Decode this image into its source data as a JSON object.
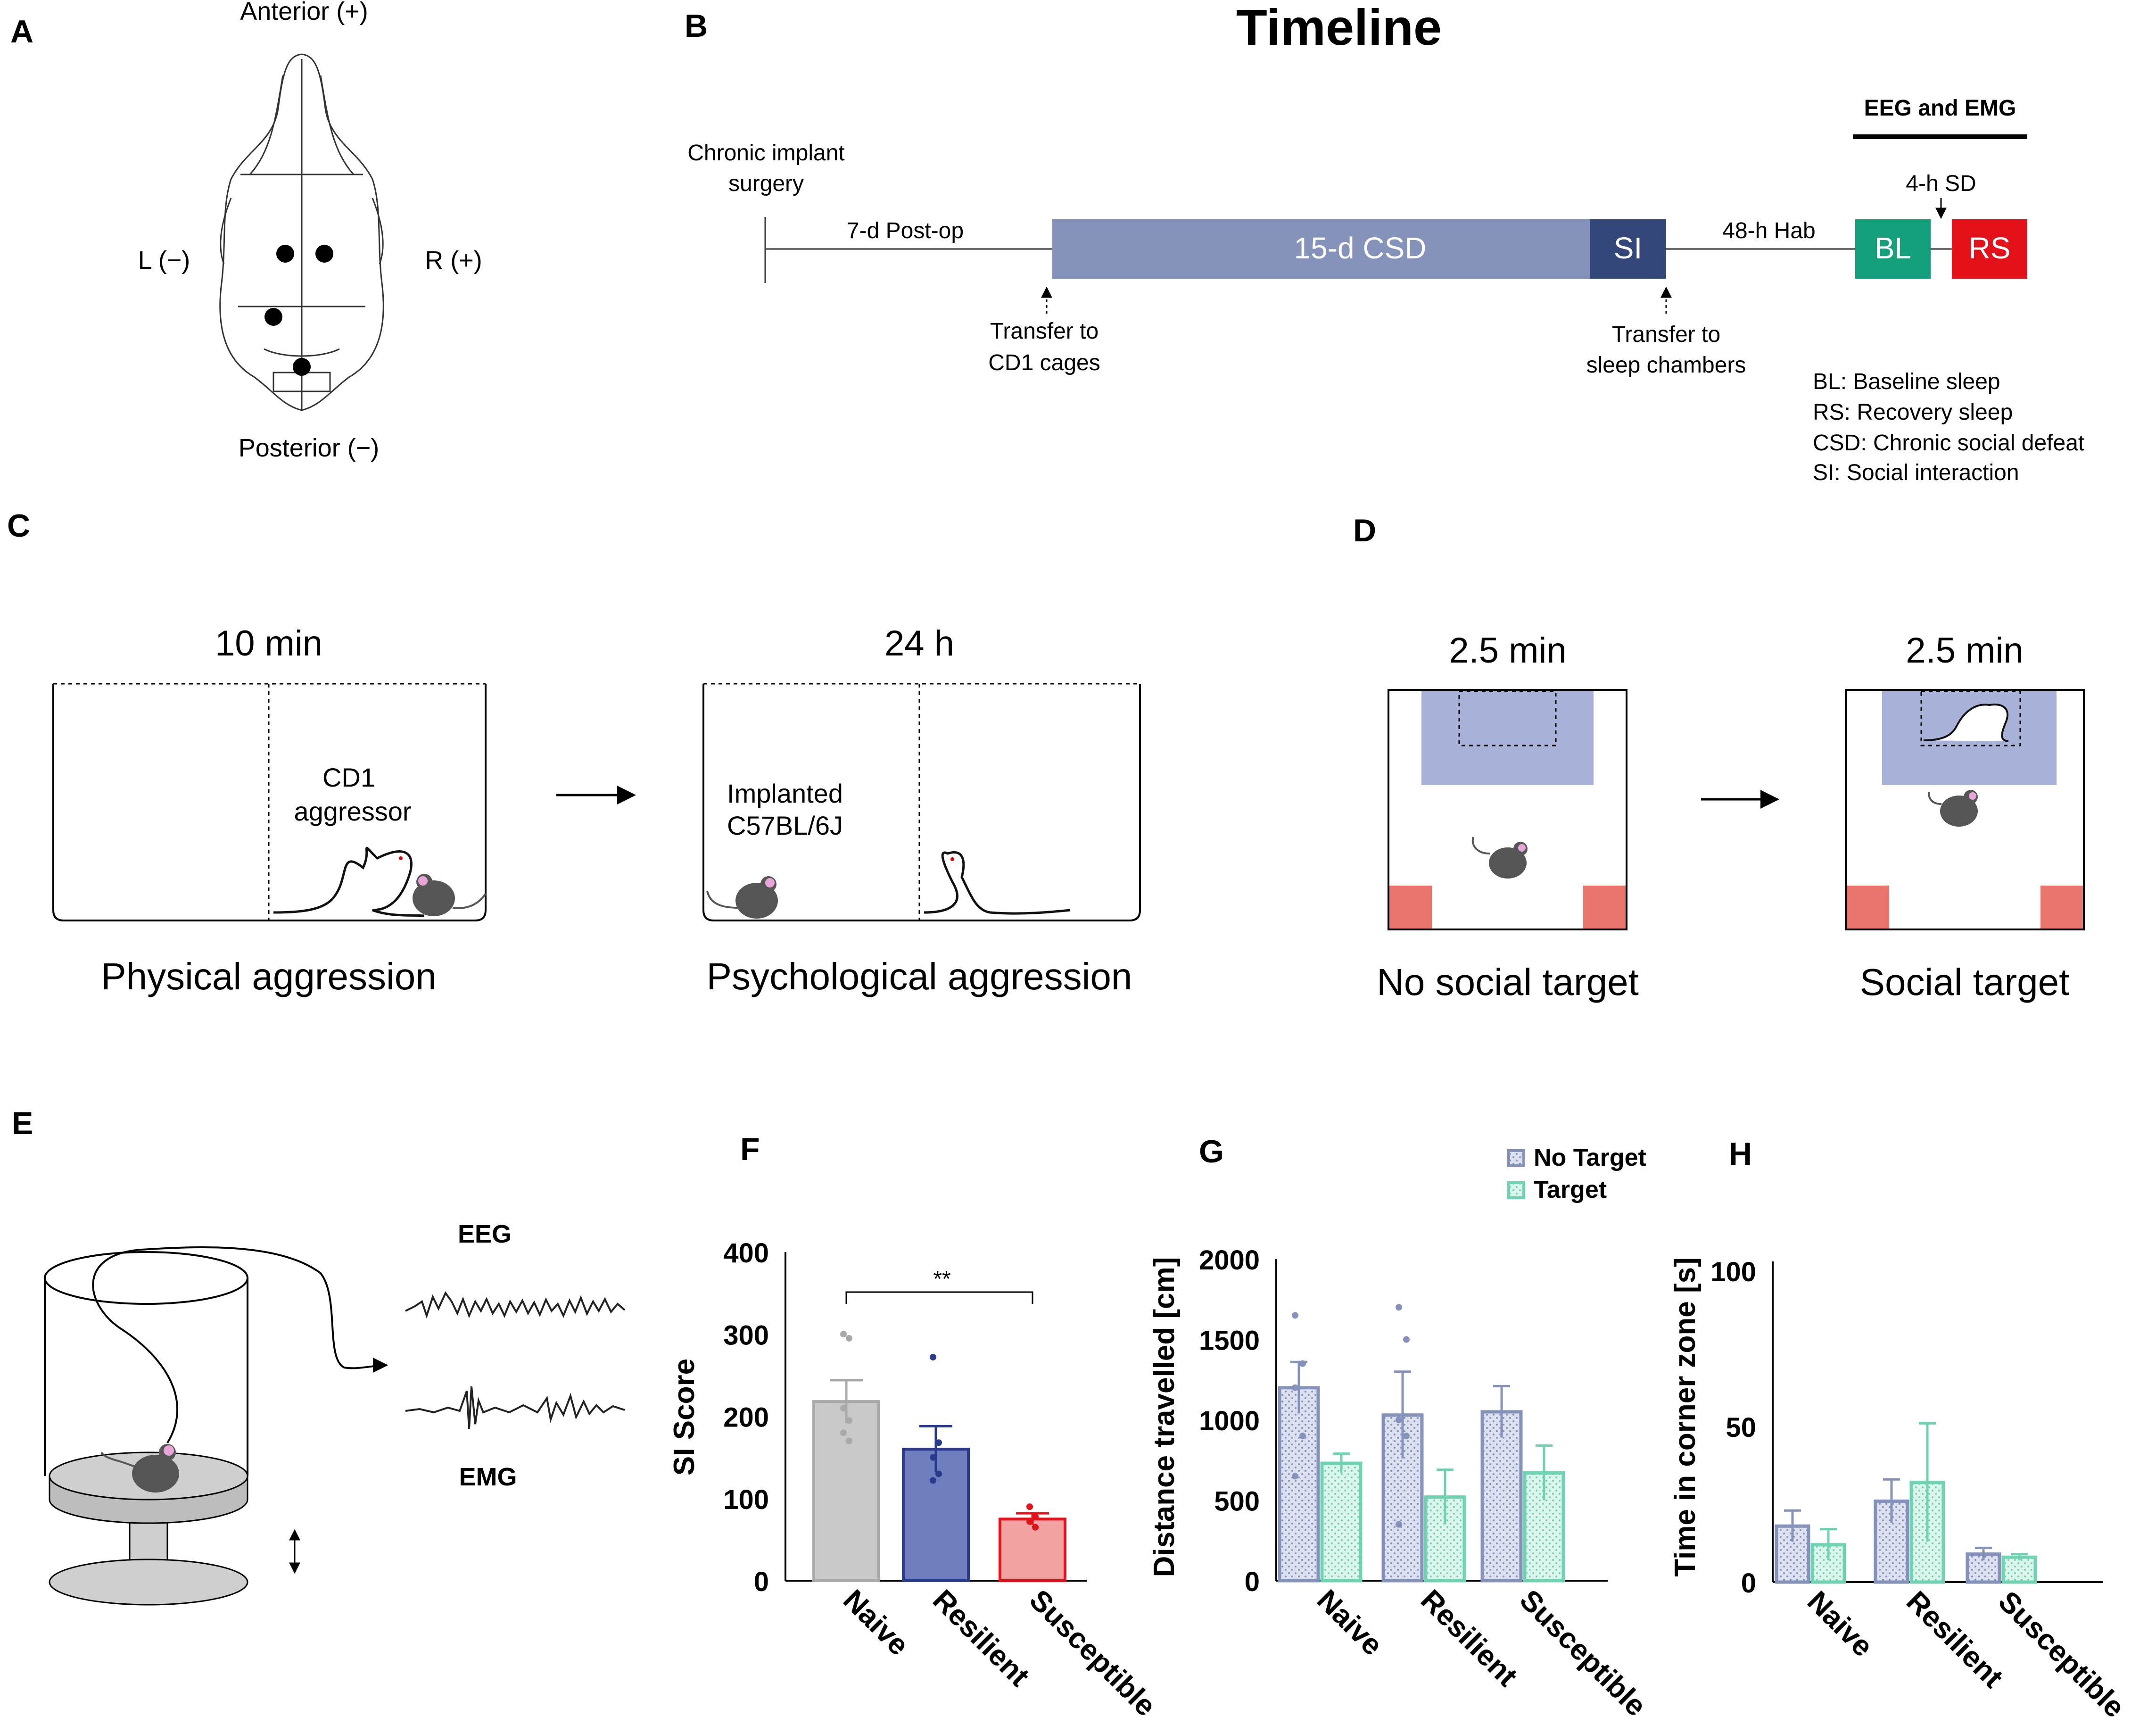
{
  "panel_letters": {
    "a": "A",
    "b": "B",
    "c": "C",
    "d": "D",
    "e": "E",
    "f": "F",
    "g": "G",
    "h": "H"
  },
  "panel_a": {
    "anterior": "Anterior (+)",
    "posterior": "Posterior (−)",
    "left": "L (−)",
    "right": "R (+)"
  },
  "panel_b": {
    "title": "Timeline",
    "surgery": "Chronic implant surgery",
    "post_op": "7-d Post-op",
    "csd": "15-d CSD",
    "si": "SI",
    "hab": "48-h Hab",
    "bl": "BL",
    "rs": "RS",
    "eeg_emg": "EEG and EMG",
    "sd": "4-h SD",
    "transfer_cd1_line1": "Transfer to",
    "transfer_cd1_line2": "CD1 cages",
    "transfer_sleep_line1": "Transfer to",
    "transfer_sleep_line2": "sleep chambers",
    "legend": [
      "BL: Baseline sleep",
      "RS: Recovery sleep",
      "CSD: Chronic social defeat",
      "SI: Social interaction"
    ],
    "colors": {
      "csd": "#8592BA",
      "si": "#34477A",
      "bl": "#14A07A",
      "rs": "#E3121A"
    }
  },
  "panel_c": {
    "time1": "10 min",
    "time2": "24 h",
    "cd1_line1": "CD1",
    "cd1_line2": "aggressor",
    "implanted_line1": "Implanted",
    "implanted_line2": "C57BL/6J",
    "caption1": "Physical aggression",
    "caption2": "Psychological aggression"
  },
  "panel_d": {
    "time1": "2.5 min",
    "time2": "2.5 min",
    "caption1": "No social target",
    "caption2": "Social target"
  },
  "panel_e": {
    "eeg": "EEG",
    "emg": "EMG"
  },
  "charts": {
    "f": {
      "ylabel": "SI Score",
      "yticks": [
        "0",
        "100",
        "200",
        "300",
        "400"
      ],
      "categories": [
        "Naive",
        "Resilient",
        "Susceptible"
      ],
      "sig": "**"
    },
    "g": {
      "ylabel": "Distance travelled [cm]",
      "yticks": [
        "0",
        "500",
        "1000",
        "1500",
        "2000"
      ],
      "categories": [
        "Naive",
        "Resilient",
        "Susceptible"
      ],
      "legend": [
        "No Target",
        "Target"
      ]
    },
    "h": {
      "ylabel": "Time in corner zone [s]",
      "yticks": [
        "0",
        "50",
        "100"
      ],
      "categories": [
        "Naive",
        "Resilient",
        "Susceptible"
      ]
    }
  },
  "chart_data": [
    {
      "type": "bar",
      "panel": "F",
      "ylabel": "SI Score",
      "ylim": [
        0,
        400
      ],
      "categories": [
        "Naive",
        "Resilient",
        "Susceptible"
      ],
      "values": [
        218,
        160,
        75
      ],
      "errors": [
        26,
        28,
        7
      ],
      "colors": [
        "#C8C8C8",
        "#6F7EBF",
        "#F2A1A1"
      ],
      "edge_colors": [
        "#A9A9A9",
        "#2A3A8C",
        "#E3121A"
      ],
      "points": [
        [
          300,
          295,
          210,
          195,
          180,
          170
        ],
        [
          272,
          168,
          150,
          130,
          122
        ],
        [
          90,
          78,
          72,
          65
        ]
      ],
      "significance": {
        "pair": [
          "Naive",
          "Susceptible"
        ],
        "label": "**"
      }
    },
    {
      "type": "bar",
      "panel": "G",
      "ylabel": "Distance travelled [cm]",
      "ylim": [
        0,
        2000
      ],
      "categories": [
        "Naive",
        "Resilient",
        "Susceptible"
      ],
      "series": [
        {
          "name": "No Target",
          "values": [
            1200,
            1030,
            1050
          ],
          "errors": [
            160,
            270,
            160
          ],
          "points": [
            [
              1650,
              1350,
              1200,
              900,
              650
            ],
            [
              1700,
              1500,
              1000,
              900,
              350
            ]
          ],
          "color": "#8592BA"
        },
        {
          "name": "Target",
          "values": [
            730,
            520,
            670
          ],
          "errors": [
            60,
            170,
            170
          ],
          "color": "#6FD3B3"
        }
      ],
      "legend_position": "top-right",
      "legend_placement": "top-right"
    },
    {
      "type": "bar",
      "panel": "H",
      "ylabel": "Time in corner zone [s]",
      "ylim": [
        0,
        100
      ],
      "categories": [
        "Naive",
        "Resilient",
        "Susceptible"
      ],
      "series": [
        {
          "name": "No Target",
          "values": [
            18,
            26,
            9
          ],
          "errors": [
            5,
            7,
            2
          ],
          "color": "#8592BA"
        },
        {
          "name": "Target",
          "values": [
            12,
            32,
            8
          ],
          "errors": [
            5,
            19,
            1
          ],
          "color": "#6FD3B3"
        }
      ]
    }
  ]
}
